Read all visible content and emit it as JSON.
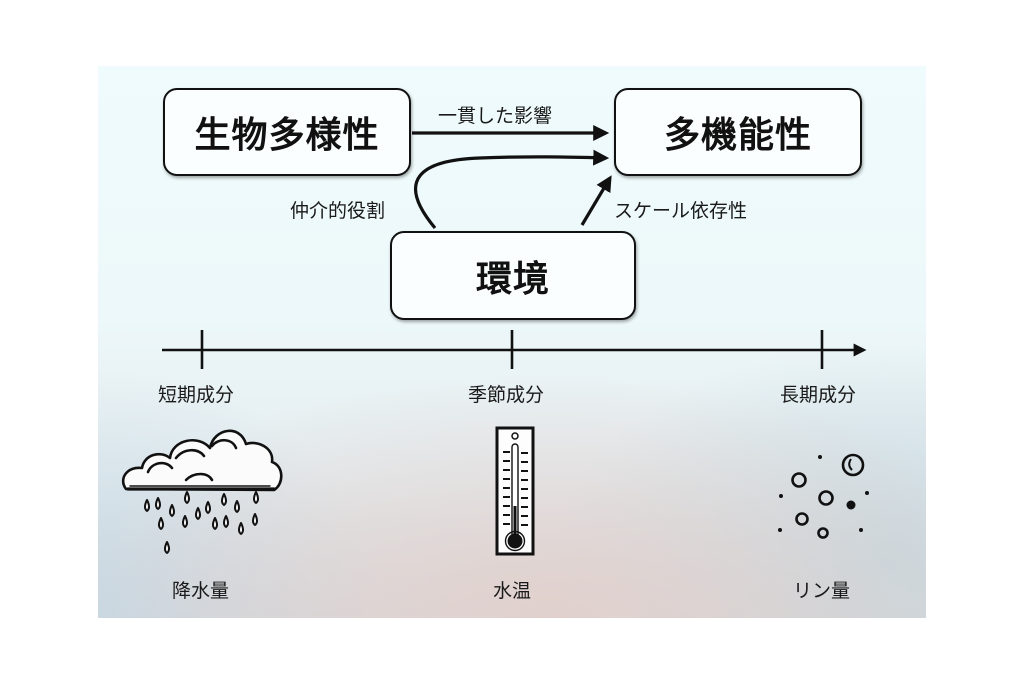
{
  "diagram": {
    "nodes": {
      "biodiversity": "生物多様性",
      "multifunctionality": "多機能性",
      "environment": "環境"
    },
    "edges": {
      "consistent_effect": "一貫した影響",
      "mediating_role": "仲介的役割",
      "scale_dependence": "スケール依存性"
    },
    "timescale_axis": {
      "ticks": [
        {
          "label": "短期成分",
          "variable": "降水量",
          "icon": "rain-cloud-icon"
        },
        {
          "label": "季節成分",
          "variable": "水温",
          "icon": "thermometer-icon"
        },
        {
          "label": "長期成分",
          "variable": "リン量",
          "icon": "phosphorus-particles-icon"
        }
      ]
    }
  }
}
